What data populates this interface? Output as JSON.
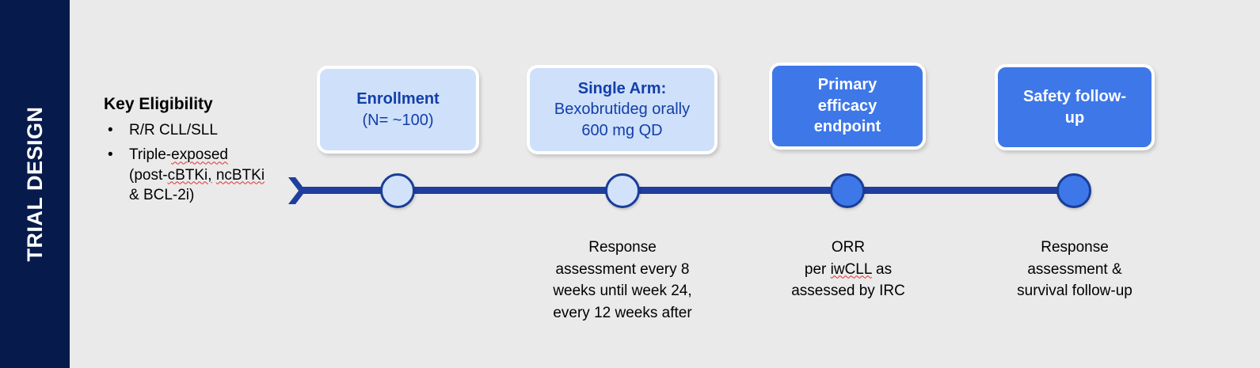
{
  "rail": {
    "label": "TRIAL DESIGN",
    "color": "#061B4B"
  },
  "eligibility": {
    "title": "Key Eligibility",
    "bullet_marker": "•",
    "items": [
      {
        "text": "R/R CLL/SLL"
      },
      {
        "text": "Triple-exposed (post-cBTKi, ncBTKi & BCL-2i)"
      }
    ],
    "item2_parts": {
      "a": "Triple-",
      "b": "exposed",
      "c": " (post-",
      "d": "cBTKi,",
      "e": " ",
      "f": "ncBTKi",
      "g": " & BCL-2i)"
    }
  },
  "timeline": {
    "arrow_icon": "arrow-head-icon",
    "line_color": "#1F3E9E",
    "nodes": [
      {
        "name": "node-enrollment",
        "style": "light"
      },
      {
        "name": "node-response-assessment",
        "style": "light"
      },
      {
        "name": "node-orr",
        "style": "solid"
      },
      {
        "name": "node-safety-followup",
        "style": "solid"
      }
    ],
    "boxes": [
      {
        "name": "box-enrollment",
        "style": "light",
        "lines": [
          {
            "text": "Enrollment",
            "bold": true
          },
          {
            "text": "(N= ~100)",
            "bold": false
          }
        ]
      },
      {
        "name": "box-single-arm",
        "style": "light",
        "lines": [
          {
            "text": "Single Arm:",
            "bold": true
          },
          {
            "text": "Bexobrutideg orally",
            "bold": false
          },
          {
            "text": "600 mg QD",
            "bold": false
          }
        ]
      },
      {
        "name": "box-primary-efficacy-endpoint",
        "style": "solid",
        "lines": [
          {
            "text": "Primary",
            "bold": true
          },
          {
            "text": "efficacy",
            "bold": true
          },
          {
            "text": "endpoint",
            "bold": true
          }
        ]
      },
      {
        "name": "box-safety-follow-up",
        "style": "solid",
        "lines": [
          {
            "text": "Safety follow-",
            "bold": true
          },
          {
            "text": "up",
            "bold": true
          }
        ]
      }
    ],
    "captions": [
      {
        "name": "caption-response-assessment",
        "lines": [
          "Response",
          "assessment every 8",
          "weeks until week 24,",
          "every 12 weeks after"
        ]
      },
      {
        "name": "caption-orr",
        "lines": [
          "ORR",
          "per iwCLL as",
          "assessed by IRC"
        ],
        "misspelled": "iwCLL"
      },
      {
        "name": "caption-survival-followup",
        "lines": [
          "Response",
          "assessment &",
          "survival follow-up"
        ]
      }
    ]
  },
  "colors": {
    "background": "#EAEAEA",
    "navy": "#061B4B",
    "dark_blue_text": "#123FA8",
    "accent_blue": "#3E77E8",
    "light_blue": "#CFE0FB",
    "line_blue": "#1F3E9E",
    "spellcheck_red": "#E03030"
  }
}
